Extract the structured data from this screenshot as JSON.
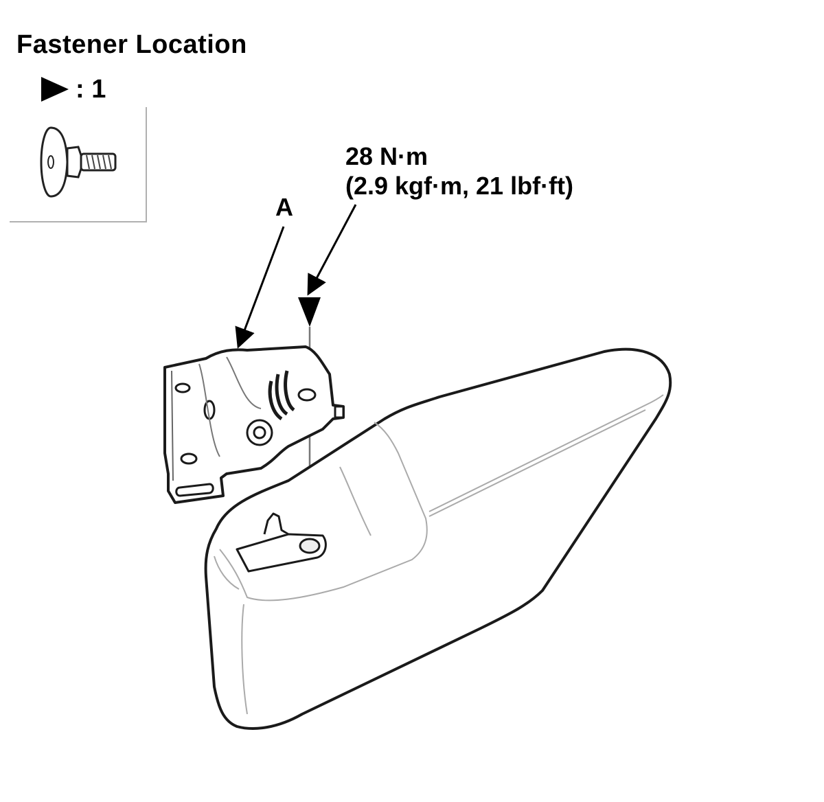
{
  "title": "Fastener Location",
  "legend": {
    "symbol_icon": "filled-triangle-icon",
    "count_text": ": 1",
    "fastener_icon": "flange-bolt-icon"
  },
  "torque": {
    "line1": "28 N·m",
    "line2": "(2.9 kgf·m, 21 lbf·ft)"
  },
  "callouts": {
    "a_label": "A"
  }
}
